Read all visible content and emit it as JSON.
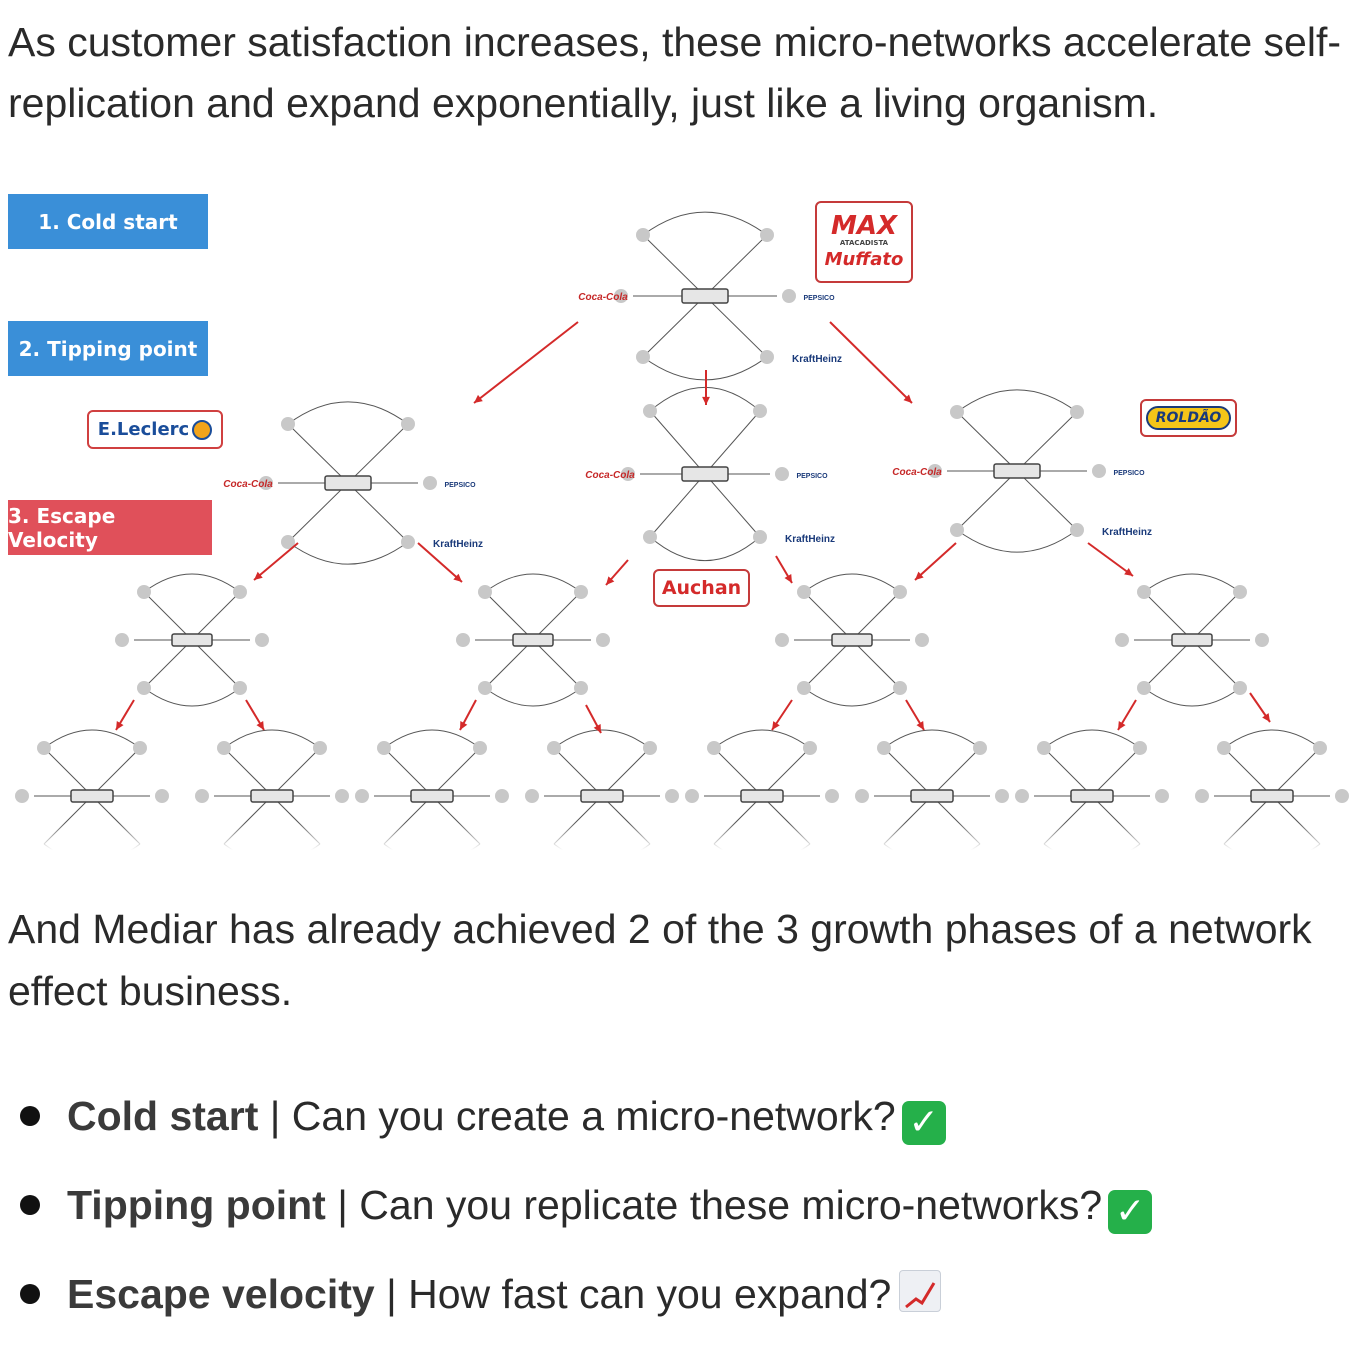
{
  "intro_text": "As customer satisfaction increases, these micro-networks accelerate self-replication and expand exponentially, just like a living organism.",
  "phases": [
    {
      "label": "1. Cold start",
      "color": "#3a8fd8"
    },
    {
      "label": "2. Tipping point",
      "color": "#3a8fd8"
    },
    {
      "label": "3. Escape Velocity",
      "color": "#e0505a"
    }
  ],
  "logos": {
    "max_top": "MAX",
    "max_sub": "ATACADISTA",
    "muffato": "Muffato",
    "leclerc": "E.Leclerc",
    "roldao": "ROLDÃO",
    "auchan": "Auchan",
    "coca_cola": "Coca-Cola",
    "pepsico": "PEPSICO",
    "kraft": "KraftHeinz"
  },
  "body_text": "And Mediar has already achieved 2 of the 3 growth phases of a network effect business.",
  "bullets": [
    {
      "title": "Cold start",
      "separator": " | ",
      "text": "Can you create a micro-network?",
      "icon": "check-mark-icon"
    },
    {
      "title": "Tipping point",
      "separator": " | ",
      "text": "Can you replicate these micro-networks?",
      "icon": "check-mark-icon"
    },
    {
      "title": "Escape velocity",
      "separator": " | ",
      "text": "How fast can you expand?",
      "icon": "chart-increasing-icon"
    }
  ],
  "colors": {
    "arrow": "#d42a2a",
    "node": "#c8c8c8",
    "line": "#555555",
    "accent_blue": "#3a8fd8",
    "accent_red": "#e0505a",
    "check_green": "#25b04a"
  }
}
